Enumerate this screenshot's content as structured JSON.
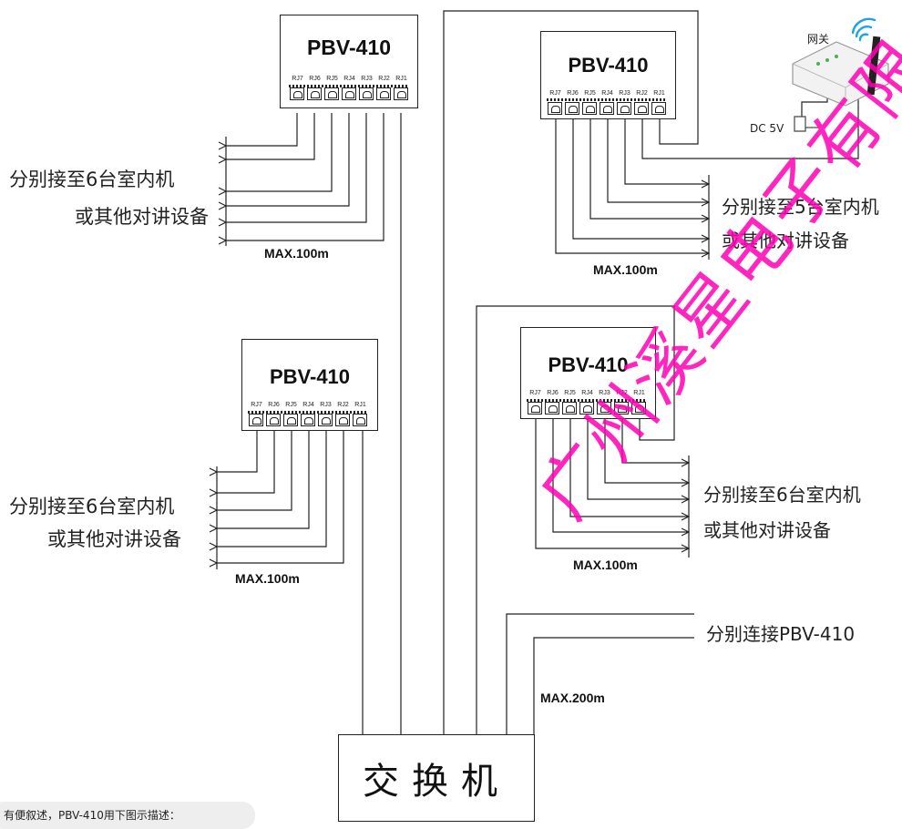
{
  "devices": [
    {
      "model": "PBV-410",
      "ports": [
        "RJ7",
        "RJ6",
        "RJ5",
        "RJ4",
        "RJ3",
        "RJ2",
        "RJ1"
      ],
      "desc_line1": "分别接至6台室内机",
      "desc_line2": "或其他对讲设备",
      "max": "MAX.100m"
    },
    {
      "model": "PBV-410",
      "ports": [
        "RJ7",
        "RJ6",
        "RJ5",
        "RJ4",
        "RJ3",
        "RJ2",
        "RJ1"
      ],
      "desc_line1": "分别接至5台室内机",
      "desc_line2": "或其他对讲设备",
      "max": "MAX.100m"
    },
    {
      "model": "PBV-410",
      "ports": [
        "RJ7",
        "RJ6",
        "RJ5",
        "RJ4",
        "RJ3",
        "RJ2",
        "RJ1"
      ],
      "desc_line1": "分别接至6台室内机",
      "desc_line2": "或其他对讲设备",
      "max": "MAX.100m"
    },
    {
      "model": "PBV-410",
      "ports": [
        "RJ7",
        "RJ6",
        "RJ5",
        "RJ4",
        "RJ3",
        "RJ2",
        "RJ1"
      ],
      "desc_line1": "分别接至6台室内机",
      "desc_line2": "或其他对讲设备",
      "max": "MAX.100m"
    }
  ],
  "gateway": {
    "label": "网关",
    "power": "DC 5V"
  },
  "switch": {
    "label": "交换机"
  },
  "uplink": {
    "desc": "分别连接PBV-410",
    "max": "MAX.200m"
  },
  "note": {
    "text": "有便叙述，PBV-410用下图示描述："
  },
  "watermark": {
    "text": "广州溪星电子有限"
  },
  "colors": {
    "line": "#222222",
    "watermark": "#ff00b4",
    "wifi": "#1aa3e8"
  }
}
